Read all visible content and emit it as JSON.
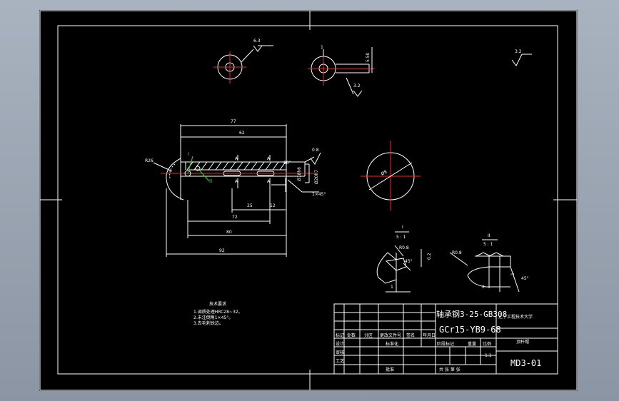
{
  "drawing": {
    "top_view_1": {
      "roughness": "6.3"
    },
    "top_view_2": {
      "roughness": "3.2",
      "dim_depth": "5.50",
      "dim_width": "1"
    },
    "general_roughness": {
      "value": "3.2"
    },
    "main_view": {
      "radius_label": "R26",
      "dims": [
        "77",
        "62",
        "25",
        "72",
        "80",
        "92",
        "12"
      ],
      "section_marks": [
        "A",
        "A",
        "A",
        "A"
      ],
      "detail_marks": [
        "I",
        "II"
      ],
      "diameter_label_1": "Ø18h6",
      "diameter_label_2": "Ø20h7",
      "tolerance_value": "0.8",
      "chamfer": "1×45°",
      "angle": "60°"
    },
    "section_view": {
      "diameter_label": "Ø8"
    },
    "detail_i": {
      "title": "I",
      "scale": "5 : 1",
      "radius": "R0.8",
      "dim": "0.2",
      "angle": "45°",
      "dim_small": "1"
    },
    "detail_ii": {
      "title": "II",
      "scale": "5 : 1",
      "radius": "R0.8",
      "dim_h": "1",
      "dim_w": "2",
      "angle": "45°"
    },
    "tech_requirements": {
      "heading": "技术要求",
      "lines": [
        "1.调质处理HRC28~32。",
        "2.未注倒角1×45°。",
        "3.去毛刺锐边。"
      ]
    }
  },
  "title_block": {
    "material_1": "轴承钢3-25-GB308",
    "material_2": "GCr15-YB9-68",
    "school": "辽宁工程技术大学",
    "part_name": "顶杆帽",
    "drawing_no": "MD3-01",
    "scale": "1:1",
    "row_labels": [
      "标记",
      "处数",
      "分区",
      "更改文件号",
      "签名",
      "年月日"
    ],
    "design_label": "设计",
    "standard_label": "标准化",
    "stage_label": "阶段标记",
    "weight_label": "重量",
    "ratio_label": "比例",
    "review_label": "审核",
    "craft_label": "工艺",
    "approve_label": "批准",
    "sheet_label": "共 张 第 张"
  }
}
